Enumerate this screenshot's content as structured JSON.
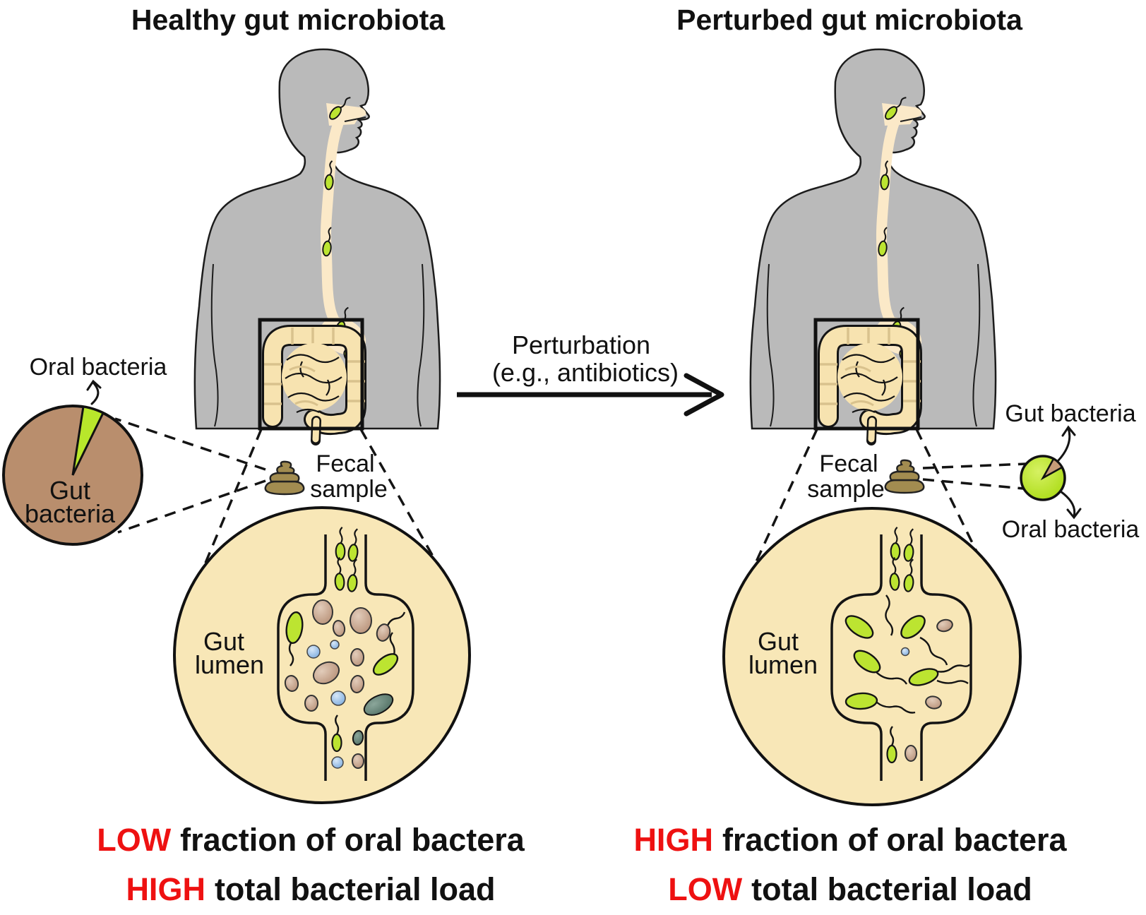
{
  "titles": {
    "left": "Healthy gut microbiota",
    "right": "Perturbed gut microbiota"
  },
  "perturbation": {
    "line1": "Perturbation",
    "line2": "(e.g., antibiotics)"
  },
  "left": {
    "pie": {
      "minor_label": "Oral bacteria",
      "major_label_line1": "Gut",
      "major_label_line2": "bacteria",
      "slices": [
        {
          "label": "Gut bacteria",
          "pct": 95,
          "color": "#b98e6d"
        },
        {
          "label": "Oral bacteria",
          "pct": 5,
          "color": "#b8e72b"
        }
      ]
    },
    "fecal_line1": "Fecal",
    "fecal_line2": "sample",
    "lumen_line1": "Gut",
    "lumen_line2": "lumen",
    "caption_line1_em": "LOW",
    "caption_line1_rest": "fraction of oral bactera",
    "caption_line2_em": "HIGH",
    "caption_line2_rest": "total bacterial load"
  },
  "right": {
    "pie": {
      "minor_label": "Gut bacteria",
      "major_label": "Oral bacteria",
      "slices": [
        {
          "label": "Oral bacteria",
          "pct": 90,
          "color": "#b9e424"
        },
        {
          "label": "Gut bacteria",
          "pct": 10,
          "color": "#c69b78"
        }
      ]
    },
    "fecal_line1": "Fecal",
    "fecal_line2": "sample",
    "lumen_line1": "Gut",
    "lumen_line2": "lumen",
    "caption_line1_em": "HIGH",
    "caption_line1_rest": "fraction of oral bactera",
    "caption_line2_em": "LOW",
    "caption_line2_rest": "total bacterial load"
  },
  "colors": {
    "emphasis_red": "#ee1111",
    "oral_bacteria_green": "#bce431",
    "gut_bacteria_brown": "#b98e6d",
    "body_gray": "#bababa",
    "tract_cream": "#fbe9c8",
    "lumen_cream": "#f8e7b7",
    "intestine_cream": "#f7e3b0"
  }
}
